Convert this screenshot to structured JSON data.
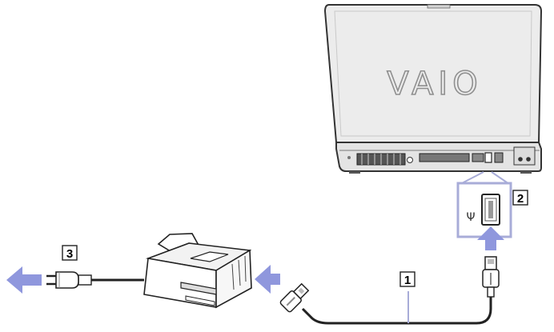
{
  "laptop": {
    "brand": "VAIO"
  },
  "usb_port": {
    "symbol": "Ψ"
  },
  "callouts": [
    {
      "label": "1",
      "refers_to": "usb-cable"
    },
    {
      "label": "2",
      "refers_to": "usb-port"
    },
    {
      "label": "3",
      "refers_to": "power-cord"
    }
  ],
  "colors": {
    "arrow": "#8f97dd",
    "highlight_box": "#a8acd8",
    "laptop_body": "#ececec",
    "outline": "#333333",
    "cable": "#222222"
  }
}
